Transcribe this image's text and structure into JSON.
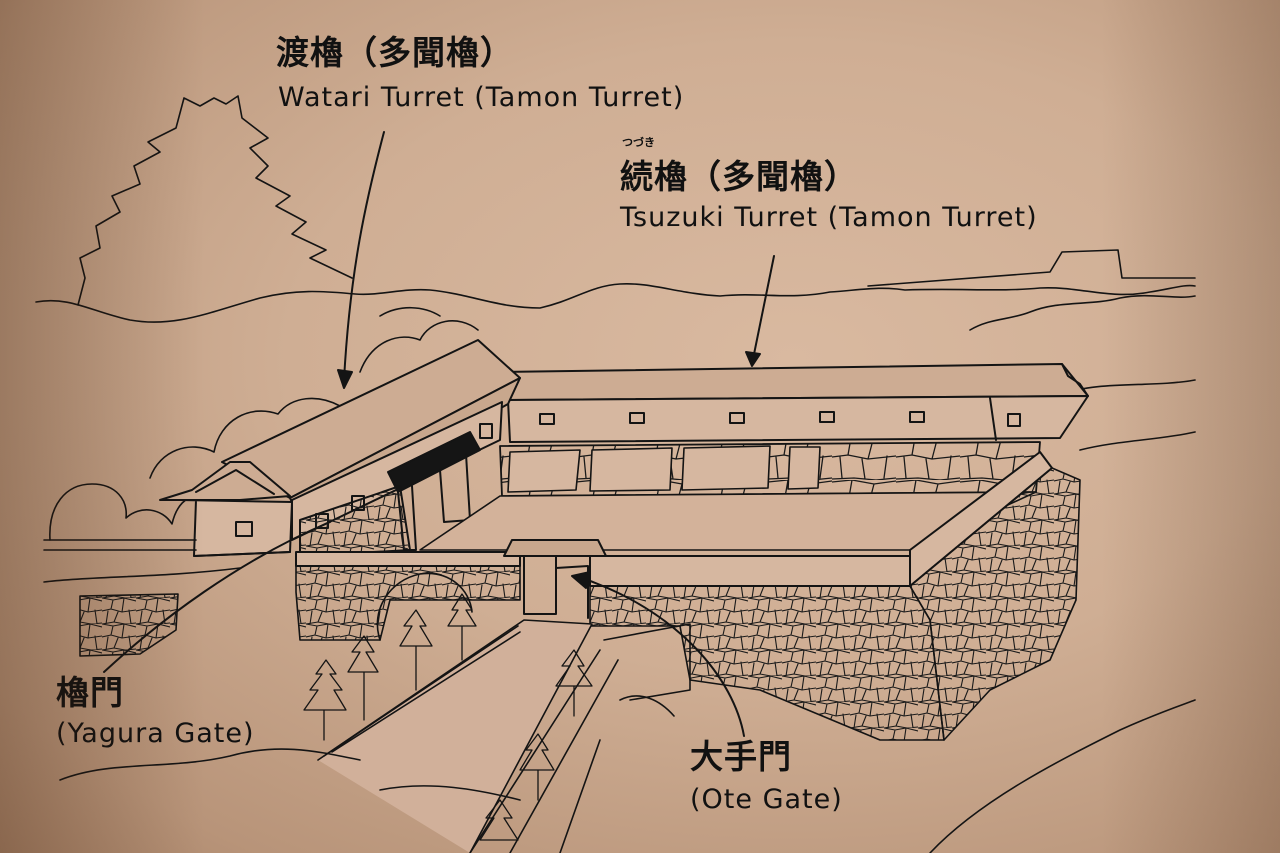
{
  "labels": {
    "watari": {
      "jp": "渡櫓（多聞櫓）",
      "en": "Watari Turret (Tamon Turret)"
    },
    "tsuzuki": {
      "ruby": "つづき",
      "jp": "続櫓（多聞櫓）",
      "en": "Tsuzuki Turret (Tamon Turret)"
    },
    "yagura": {
      "jp": "櫓門",
      "en": "(Yagura Gate)"
    },
    "ote": {
      "jp": "大手門",
      "en": "(Ote Gate)"
    }
  },
  "colors": {
    "background": "#d3b29a",
    "ink": "#111111"
  }
}
